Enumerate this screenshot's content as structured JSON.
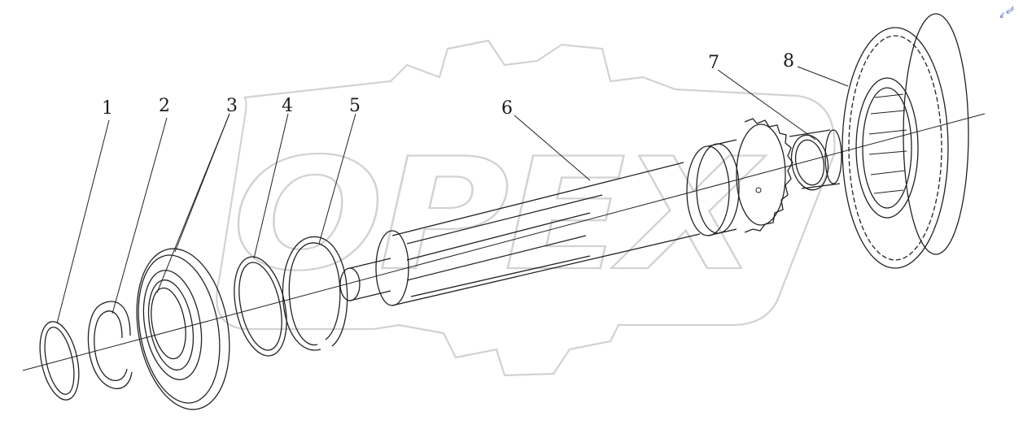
{
  "callouts": [
    {
      "id": "1",
      "label": "1"
    },
    {
      "id": "2",
      "label": "2"
    },
    {
      "id": "3",
      "label": "3"
    },
    {
      "id": "4",
      "label": "4"
    },
    {
      "id": "5",
      "label": "5"
    },
    {
      "id": "6",
      "label": "6"
    },
    {
      "id": "7",
      "label": "7"
    },
    {
      "id": "8",
      "label": "8"
    }
  ],
  "watermark": {
    "text": "OPEX"
  },
  "corner_mark": {
    "text": "e⁰ eur"
  },
  "colors": {
    "line": "#222222",
    "watermark": "#d2d2d2",
    "corner_mark": "#2a3fc0"
  }
}
